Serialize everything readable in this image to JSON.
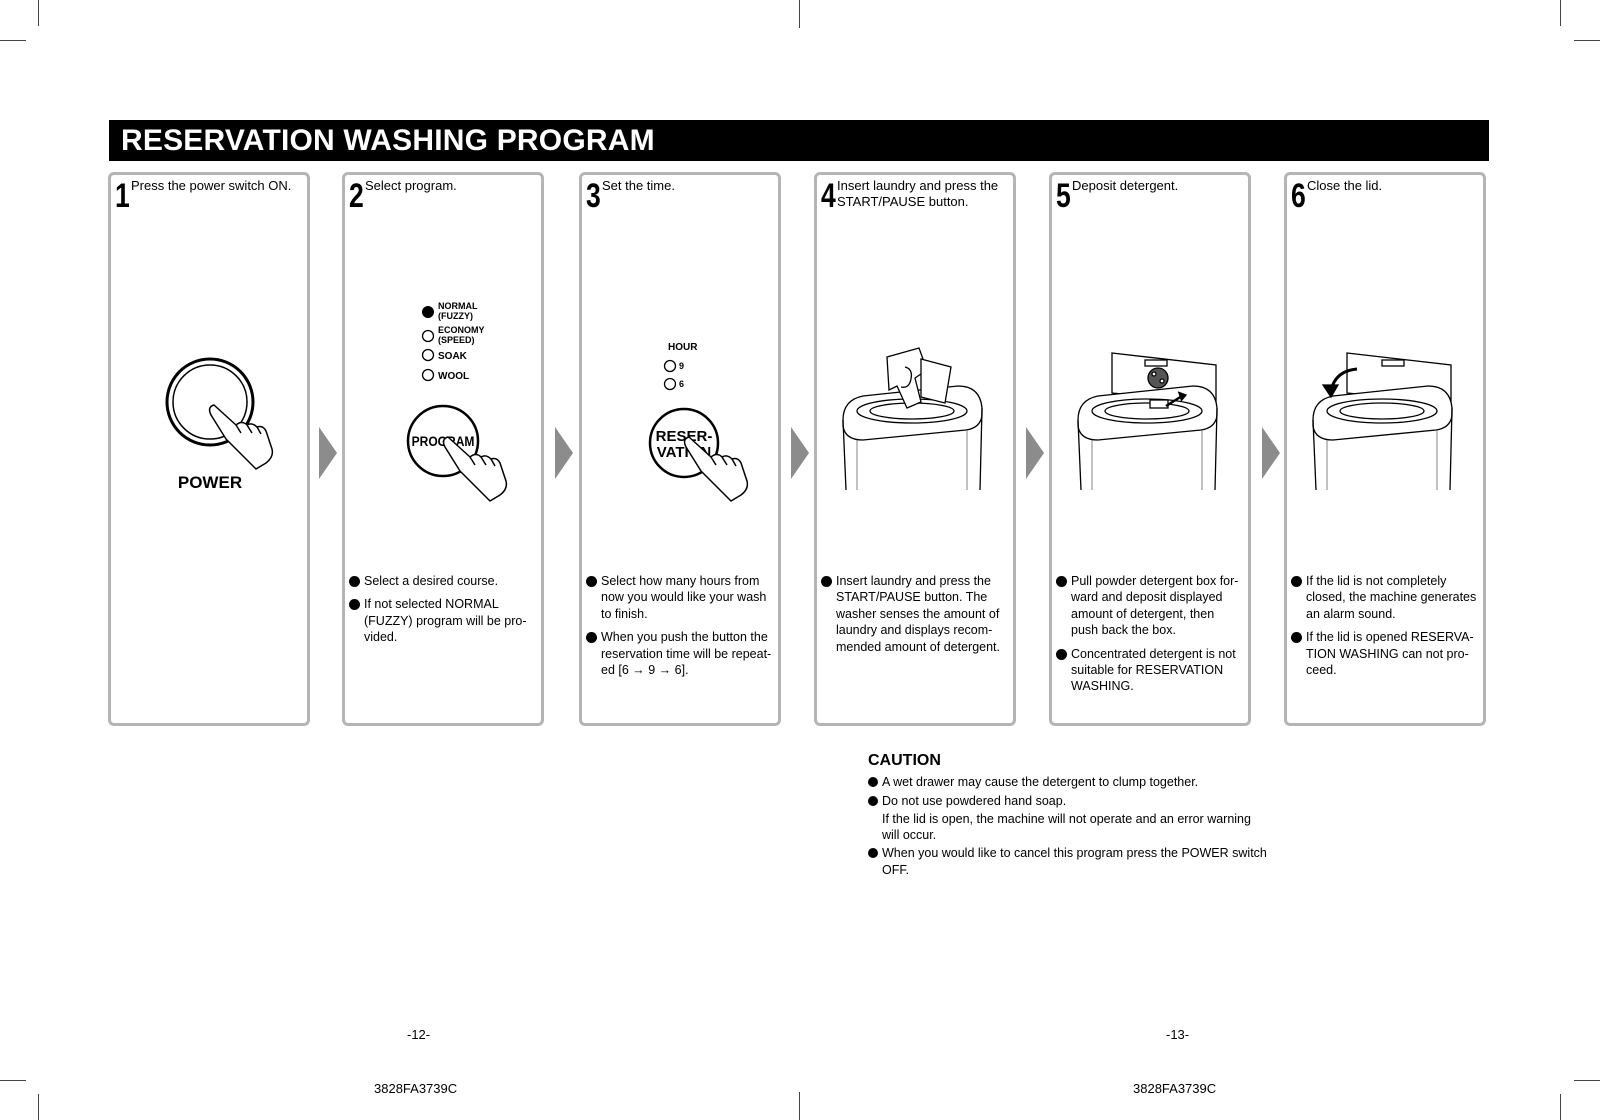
{
  "title": "RESERVATION WASHING PROGRAM",
  "steps": [
    {
      "num": "1",
      "instruction": "Press the power switch ON.",
      "bullets": [],
      "labels": {
        "power": "POWER"
      }
    },
    {
      "num": "2",
      "instruction": "Select program.",
      "bullets": [
        "Select a desired course.",
        "If not selected NORMAL (FUZZY) program will be pro-vided."
      ],
      "labels": {
        "normal": "NORMAL",
        "fuzzy": "(FUZZY)",
        "economy": "ECONOMY",
        "speed": "(SPEED)",
        "soak": "SOAK",
        "wool": "WOOL",
        "program_button": "PROGRAM"
      }
    },
    {
      "num": "3",
      "instruction": "Set the time.",
      "bullets": [
        "Select how many hours from now you would like your wash to finish.",
        "When you push the button the reservation time will be repeat-ed [6 → 9 → 6]."
      ],
      "labels": {
        "hour": "HOUR",
        "nine": "9",
        "six": "6",
        "reserv_line1": "RESER-",
        "reserv_line2": "VATION"
      }
    },
    {
      "num": "4",
      "instruction": "Insert laundry and press the START/PAUSE button.",
      "bullets": [
        "Insert laundry and press the START/PAUSE button. The washer senses the amount of laundry and displays recom-mended amount of detergent."
      ]
    },
    {
      "num": "5",
      "instruction": "Deposit detergent.",
      "bullets": [
        "Pull powder detergent box for-ward and deposit displayed amount of detergent, then push back the box.",
        "Concentrated detergent is not suitable for RESERVATION WASHING."
      ]
    },
    {
      "num": "6",
      "instruction": "Close the lid.",
      "bullets": [
        "If the lid is not completely closed, the machine generates an alarm sound.",
        "If the lid is opened RESERVA-TION WASHING can not pro-ceed."
      ]
    }
  ],
  "caution": {
    "heading": "CAUTION",
    "item1": "A wet drawer may cause the detergent to clump together.",
    "item2": "Do not use powdered hand soap.",
    "item2_sub": "If the lid is open, the machine will not operate and an error warning will occur.",
    "item3": "When you would like to cancel this program press the POWER switch OFF."
  },
  "footer": {
    "page_left": "-12-",
    "page_right": "-13-",
    "code_left": "3828FA3739C",
    "code_right": "3828FA3739C"
  },
  "icons": {
    "hand": "hand-pointer-icon",
    "arrow": "right-arrow-icon",
    "washer": "washing-machine-icon",
    "lid_arrow": "curved-arrow-icon"
  },
  "colors": {
    "panel_border": "#b5b5b5",
    "arrow": "#8c8c8c",
    "title_bg": "#000000"
  }
}
